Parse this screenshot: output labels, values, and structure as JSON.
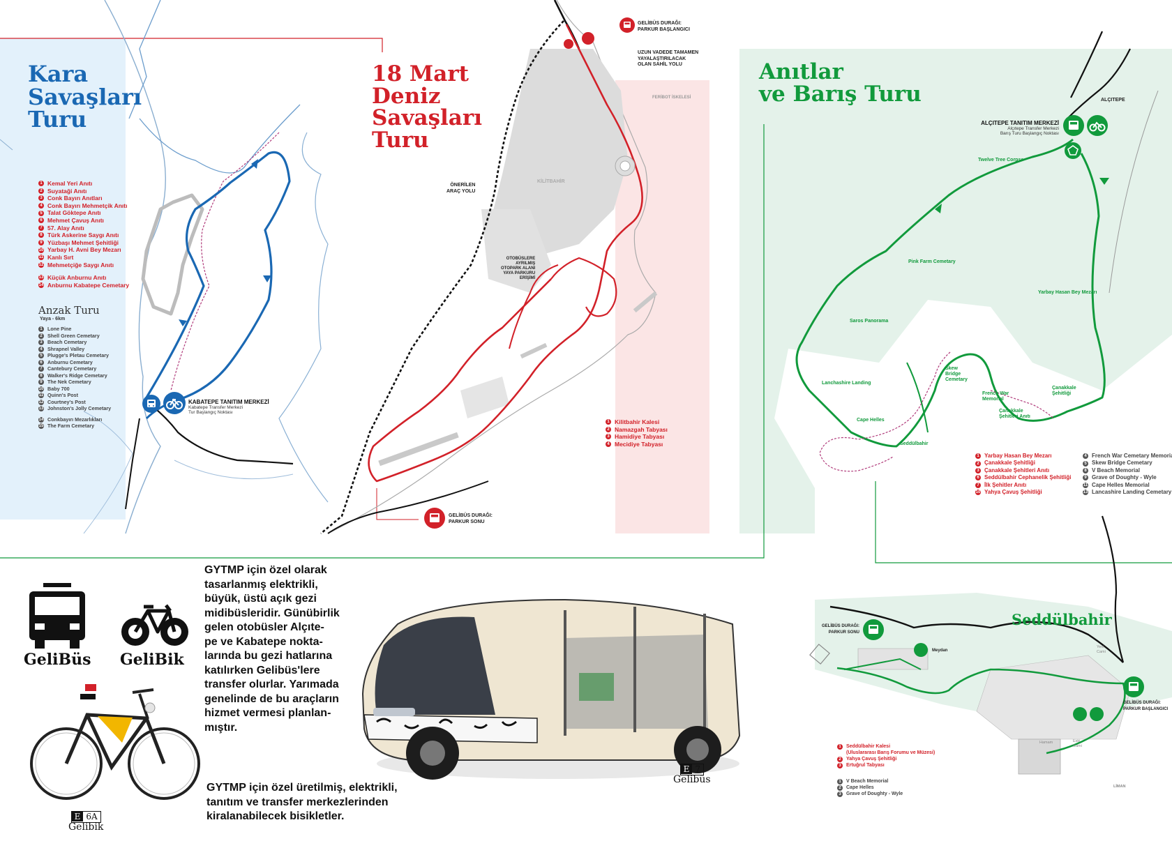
{
  "kara": {
    "title": [
      "Kara",
      "Savaşları",
      "Turu"
    ],
    "legend": [
      "Kemal Yeri Anıtı",
      "Suyataği Anıtı",
      "Conk Bayırı Anıtları",
      "Conk Bayırı Mehmetçik Anıtı",
      "Talat Göktepe Anıtı",
      "Mehmet Çavuş Anıtı",
      "57. Alay Anıtı",
      "Türk Askerine Saygı Anıtı",
      "Yüzbaşı Mehmet Şehitliği",
      "Yarbay H. Avni Bey Mezarı",
      "Kanlı Sırt",
      "Mehmetçiğe Saygı Anıtı",
      "Küçük Anburnu Anıtı",
      "Anburnu Kabatepe Cemetary"
    ],
    "legend_nums": [
      "1",
      "2",
      "3",
      "4",
      "5",
      "6",
      "7",
      "8",
      "9",
      "10",
      "11",
      "12",
      "13",
      "14"
    ],
    "anzak_title": "Anzak Turu",
    "anzak_sub": "Yaya - 6km",
    "anzak_legend": [
      "Lone Pine",
      "Shell Green Cemetary",
      "Beach Cemetary",
      "Shrapnel Valley",
      "Plugge's Pletau Cemetary",
      "Anburnu Cemetary",
      "Cantebury Cemetary",
      "Walker's Ridge Cemetary",
      "The Nek Cemetary",
      "Baby 700",
      "Quinn's Post",
      "Courtney's Post",
      "Johnston's Jolly Cemetary",
      "Conkbayırı Mezarlıkları",
      "The Farm Cemetary"
    ],
    "anzak_nums": [
      "1",
      "2",
      "3",
      "4",
      "5",
      "6",
      "7",
      "8",
      "9",
      "10",
      "11",
      "12",
      "13",
      "14",
      "15"
    ],
    "center_title": "KABATEPE TANITIM MERKEZİ",
    "center_sub1": "Kabatepe Transfer Merkezi",
    "center_sub2": "Tur Başlangıç Noktası"
  },
  "deniz": {
    "title": [
      "18 Mart",
      "Deniz",
      "Savaşları",
      "Turu"
    ],
    "start_label": [
      "GELİBÜS DURAĞI:",
      "PARKUR BAŞLANGICI"
    ],
    "coast_label": [
      "UZUN VADEDE TAMAMEN",
      "YAYALAŞTIRILACAK",
      "OLAN SAHİL YOLU"
    ],
    "ferry": "FERİBOT İSKELESİ",
    "town": "KİLİTBAHİR",
    "road_label": [
      "ÖNERİLEN",
      "ARAÇ YOLU"
    ],
    "bus_label": [
      "OTOBÜSLERE",
      "AYRILMIŞ",
      "OTOPARK ALANI",
      "YAYA PARKURU",
      "ERİŞİMİ"
    ],
    "end_label": [
      "GELİBÜS DURAĞI:",
      "PARKUR SONU"
    ],
    "legend": [
      "Kilitbahir Kalesi",
      "Namazgah Tabyası",
      "Hamidiye Tabyası",
      "Mecidiye Tabyası"
    ],
    "legend_nums": [
      "1",
      "2",
      "3",
      "4"
    ]
  },
  "anitlar": {
    "title": [
      "Anıtlar",
      "ve Barış Turu"
    ],
    "alcitepe": "ALÇITEPE",
    "center_title": "ALÇITEPE TANITIM MERKEZİ",
    "center_sub1": "Alçıtepe Transfer Merkezi",
    "center_sub2": "Barış Turu Başlangıç Noktası",
    "places": [
      "Twelve Tree Corpse",
      "Pink Farm Cemetary",
      "Yarbay Hasan Bey Mezarı",
      "Saros Panorama",
      "Lanchashire Landing",
      "Skew Bridge Cemetary",
      "French War Memorial",
      "Çanakkale Şehitliği",
      "Çanakkale Şehitleri Anıtı",
      "Cape Helles",
      "Seddülbahir"
    ],
    "legend_red": [
      "Yarbay Hasan Bey Mezarı",
      "Çanakkale Şehitliği",
      "Çanakkale Şehitleri Anıtı",
      "Seddülbahir Cephanelik Şehitliği",
      "İlk Şehitler Anıtı",
      "Yahya Çavuş Şehitliği"
    ],
    "legend_red_nums": [
      "1",
      "2",
      "3",
      "6",
      "7",
      "10"
    ],
    "legend_grey": [
      "French War Cemetary Memorial",
      "Skew Bridge Cemetary",
      "V Beach Memorial",
      "Grave of Doughty - Wyle",
      "Cape Helles Memorial",
      "Lancashire Landing Cemetary"
    ],
    "legend_grey_nums": [
      "4",
      "5",
      "8",
      "9",
      "11",
      "13"
    ]
  },
  "seddulbahir": {
    "title": "Seddülbahir",
    "end_label": [
      "GELİBÜS DURAĞI:",
      "PARKUR SONU"
    ],
    "start_label": [
      "GELİBÜS DURAĞI:",
      "PARKUR BAŞLANGICI"
    ],
    "meydan": "Meydan",
    "yeni_cami": [
      "Yeni",
      "Cami"
    ],
    "eski_cami": [
      "Eski",
      "Cami"
    ],
    "hamam": "Hamam",
    "liman": "LİMAN",
    "legend_red": [
      "Seddülbahir Kalesi",
      "(Uluslararası Barış Forumu ve Müzesi)",
      "Yahya Çavuş Şehitliği",
      "Ertuğrul Tabyası"
    ],
    "legend_red_nums": [
      "1",
      "",
      "2",
      "3"
    ],
    "legend_grey": [
      "V Beach Memorial",
      "Cape Helles",
      "Grave of Doughty - Wyle"
    ],
    "legend_grey_nums": [
      "1",
      "2",
      "3"
    ]
  },
  "bottom": {
    "gelibus_brand": "GeliBüs",
    "gelibik_brand": "GeliBik",
    "paragraph1": [
      "GYTMP için özel olarak",
      "tasarlanmış elektrikli,",
      "büyük, üstü açık gezi",
      "midibüsleridir. Günübirlik",
      "gelen otobüsler Alçıte-",
      "pe ve Kabatepe nokta-",
      "larında bu gezi hatlarına",
      "katılırken Gelibüs'lere",
      "transfer olurlar. Yarımada",
      "genelinde de bu araçların",
      "hizmet vermesi planlan-",
      "mıştır."
    ],
    "paragraph2": [
      "GYTMP için özel üretilmiş, elektrikli,",
      "tanıtım ve transfer merkezlerinden",
      "kiralanabilecek bisikletler."
    ],
    "bus_tag": [
      "E",
      "7"
    ],
    "bus_name": "Gelibüs",
    "bike_tag": [
      "E",
      "6A"
    ],
    "bike_name": "Gelibik"
  },
  "colors": {
    "blue": "#1a68b3",
    "red": "#d22129",
    "green": "#119a3c",
    "light_blue": "#e3f1fb",
    "light_pink": "#fbe5e5",
    "light_green": "#e4f2ea"
  }
}
